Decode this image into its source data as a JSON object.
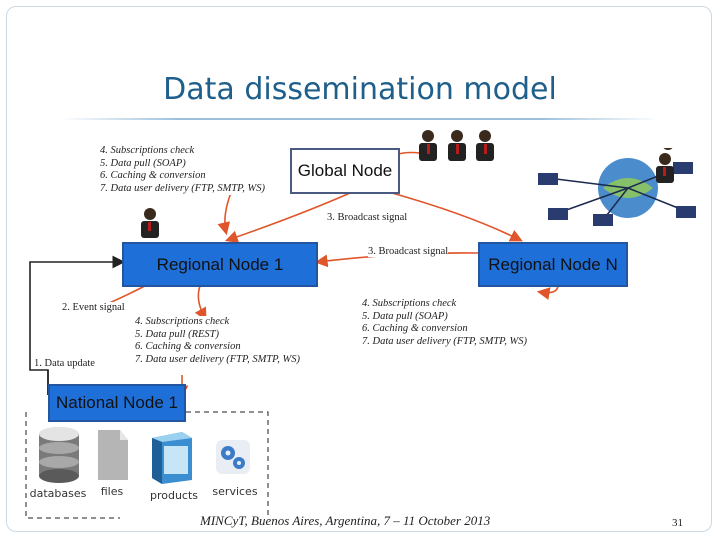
{
  "slide": {
    "title": "Data dissemination model",
    "footer": "MINCyT, Buenos Aires, Argentina, 7 – 11 October 2013",
    "page_number": "31"
  },
  "nodes": {
    "global": "Global Node",
    "regional_1": "Regional Node 1",
    "regional_n": "Regional Node N",
    "national_1": "National Node 1"
  },
  "notes": {
    "global_steps": [
      "4. Subscriptions check",
      "5. Data pull (SOAP)",
      "6.  Caching & conversion",
      "7. Data user delivery (FTP, SMTP, WS)"
    ],
    "regional1_steps": [
      "4. Subscriptions check",
      "5. Data pull (REST)",
      "6.  Caching & conversion",
      "7. Data user delivery (FTP, SMTP, WS)"
    ],
    "regionalN_steps": [
      "4. Subscriptions check",
      "5. Data pull (SOAP)",
      "6.  Caching & conversion",
      "7. Data user delivery (FTP, SMTP, WS)"
    ]
  },
  "signals": {
    "broadcast_top": "3. Broadcast signal",
    "broadcast_mid": "3. Broadcast signal",
    "event": "2. Event signal",
    "update": "1. Data update"
  },
  "resources": {
    "databases": "databases",
    "files": "files",
    "products": "products",
    "services": "services"
  },
  "colors": {
    "title": "#1f5f8c",
    "node_blue": "#1f6fd8",
    "node_border": "#2456a0",
    "arrow": "#e0552a"
  }
}
